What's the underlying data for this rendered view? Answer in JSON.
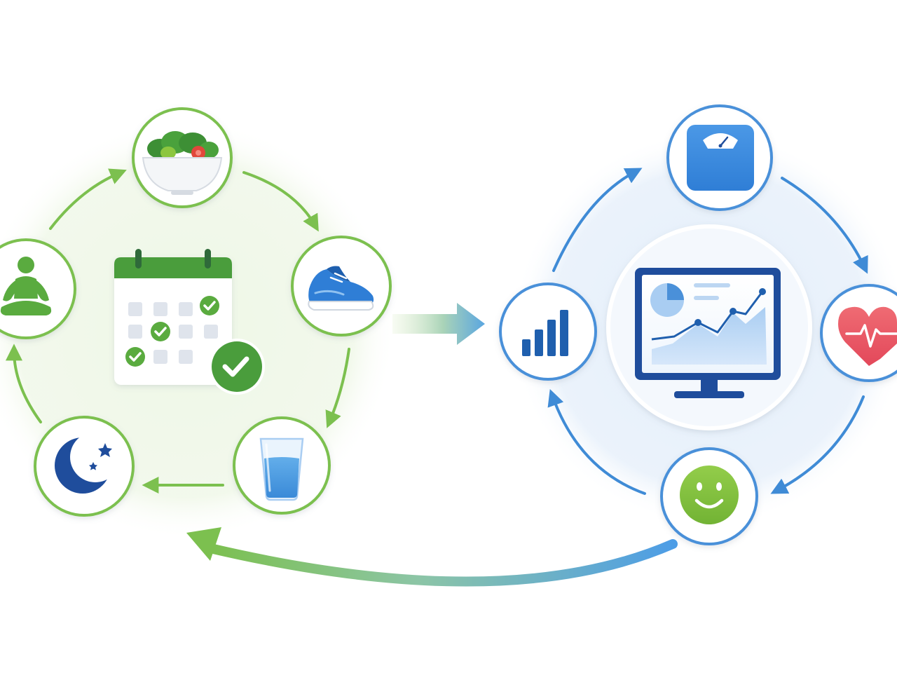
{
  "diagram": {
    "habits_cycle": {
      "theme": {
        "ring": "#7cc04f",
        "icon": "#4a9d3c",
        "glow": "#eef7e6"
      },
      "hub": {
        "icon": "calendar-checklist-icon"
      },
      "nodes": [
        {
          "id": "meal",
          "icon": "salad-bowl-icon"
        },
        {
          "id": "exercise",
          "icon": "running-shoe-icon"
        },
        {
          "id": "hydration",
          "icon": "water-glass-icon"
        },
        {
          "id": "sleep",
          "icon": "moon-stars-icon"
        },
        {
          "id": "mindfulness",
          "icon": "meditation-icon"
        }
      ]
    },
    "metrics_cycle": {
      "theme": {
        "ring": "#4a90d9",
        "icon": "#1f5fae",
        "glow": "#eaf2fb"
      },
      "hub": {
        "icon": "analytics-monitor-icon"
      },
      "nodes": [
        {
          "id": "weight",
          "icon": "weight-scale-icon"
        },
        {
          "id": "heart",
          "icon": "heart-rate-icon"
        },
        {
          "id": "mood",
          "icon": "smiley-face-icon"
        },
        {
          "id": "progress",
          "icon": "bar-chart-icon"
        }
      ]
    },
    "flows": [
      {
        "id": "habits-to-metrics",
        "icon": "arrow-right-icon"
      },
      {
        "id": "metrics-to-habits",
        "icon": "curved-return-arrow-icon"
      }
    ]
  }
}
